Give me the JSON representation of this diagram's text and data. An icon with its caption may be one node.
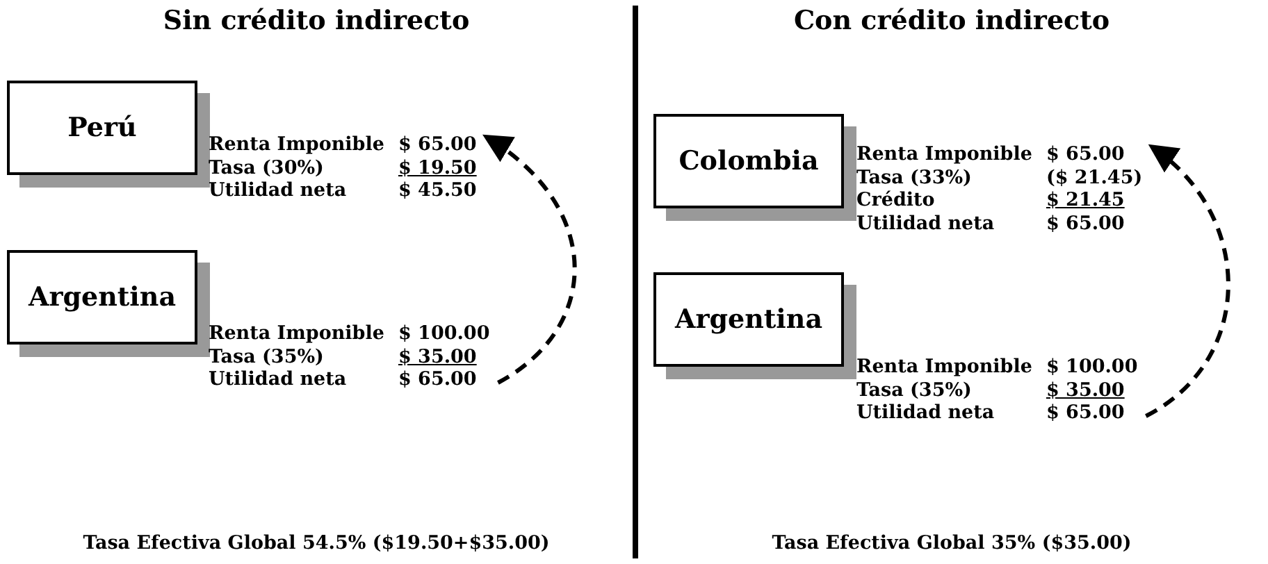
{
  "diagram": {
    "nodes": [
      {
        "text": [
          "Perú"
        ]
      },
      {
        "text": [
          "Renta Imponible",
          "$ 65.00",
          "Tasa (30%)",
          "$ 19.50",
          "Utilidad neta",
          "$ 45.50"
        ]
      },
      {
        "text": [
          "Argentina"
        ]
      },
      {
        "text": [
          "Renta Imponible",
          "$ 100.00",
          "Tasa (35%)",
          "$ 35.00",
          "Utilidad neta",
          "$ 65.00"
        ]
      },
      {
        "text": [
          "Colombia"
        ]
      },
      {
        "text": [
          "Renta Imponible",
          "$ 65.00",
          "Tasa (33%)",
          "($ 21.45)",
          "Crédito",
          "$ 21.45",
          "Utilidad neta",
          "$ 65.00"
        ]
      },
      {
        "text": [
          "Argentina"
        ]
      },
      {
        "text": [
          "Renta Imponible",
          "$ 100.00",
          "Tasa (35%)",
          "$ 35.00",
          "Utilidad neta",
          "$ 65.00"
        ]
      }
    ],
    "edges": [
      {
        "from": 3,
        "to": 1,
        "arrow": "to",
        "style": "dashed"
      },
      {
        "from": 7,
        "to": 5,
        "arrow": "to",
        "style": "dashed"
      }
    ],
    "labels": [
      "Sin crédito indirecto",
      "Con crédito indirecto",
      "Tasa Efectiva Global 54.5% ($19.50+$35.00)",
      "Tasa Efectiva Global 35% ($35.00)"
    ]
  }
}
